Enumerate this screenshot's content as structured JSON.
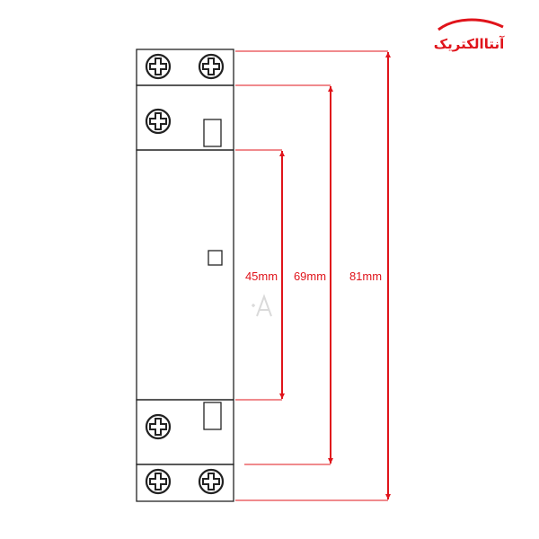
{
  "logo": {
    "text": "آنتاالکتریک",
    "color": "#e0141b"
  },
  "dimensions": [
    {
      "label": "45mm",
      "value_mm": 45
    },
    {
      "label": "69mm",
      "value_mm": 69
    },
    {
      "label": "81mm",
      "value_mm": 81
    }
  ],
  "colors": {
    "dimension": "#e0141b",
    "outline": "#222222",
    "watermark": "#c8c8c8"
  },
  "icons": {
    "terminal_screw": "cross-head-screw-icon",
    "watermark": "a-watermark-icon"
  }
}
